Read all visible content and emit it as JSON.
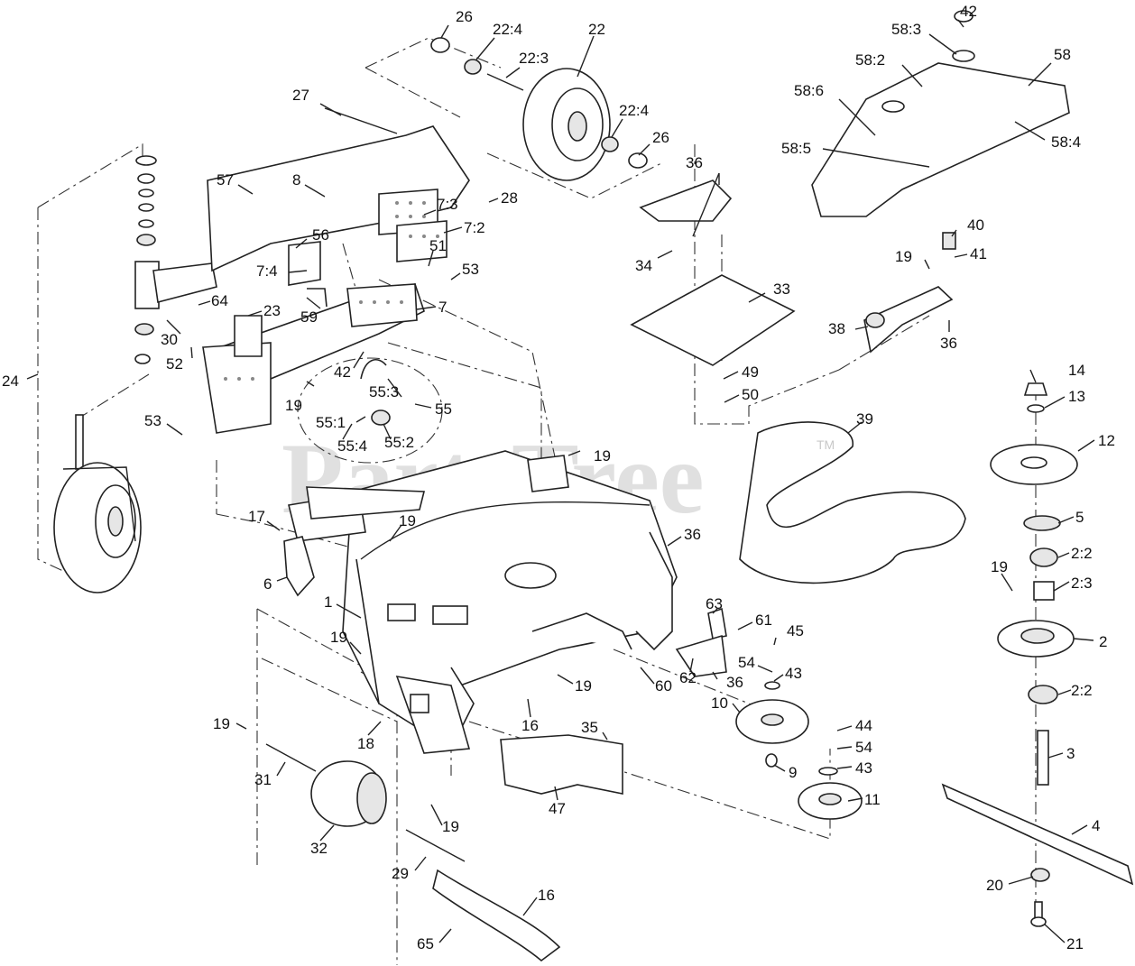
{
  "watermark": {
    "text": "PartsTree",
    "mark": "TM"
  },
  "callouts": [
    {
      "id": "c26a",
      "text": "26"
    },
    {
      "id": "c224a",
      "text": "22:4"
    },
    {
      "id": "c223",
      "text": "22:3"
    },
    {
      "id": "c22",
      "text": "22"
    },
    {
      "id": "c224b",
      "text": "22:4"
    },
    {
      "id": "c26b",
      "text": "26"
    },
    {
      "id": "c42a",
      "text": "42"
    },
    {
      "id": "c583",
      "text": "58:3"
    },
    {
      "id": "c582",
      "text": "58:2"
    },
    {
      "id": "c58",
      "text": "58"
    },
    {
      "id": "c586",
      "text": "58:6"
    },
    {
      "id": "c585",
      "text": "58:5"
    },
    {
      "id": "c584",
      "text": "58:4"
    },
    {
      "id": "c27",
      "text": "27"
    },
    {
      "id": "c57",
      "text": "57"
    },
    {
      "id": "c8",
      "text": "8"
    },
    {
      "id": "c73",
      "text": "7:3"
    },
    {
      "id": "c28",
      "text": "28"
    },
    {
      "id": "c72",
      "text": "7:2"
    },
    {
      "id": "c36a",
      "text": "36"
    },
    {
      "id": "c34",
      "text": "34"
    },
    {
      "id": "c40",
      "text": "40"
    },
    {
      "id": "c19a",
      "text": "19"
    },
    {
      "id": "c41",
      "text": "41"
    },
    {
      "id": "c56",
      "text": "56"
    },
    {
      "id": "c51",
      "text": "51"
    },
    {
      "id": "c53a",
      "text": "53"
    },
    {
      "id": "c74",
      "text": "7:4"
    },
    {
      "id": "c64",
      "text": "64"
    },
    {
      "id": "c23",
      "text": "23"
    },
    {
      "id": "c59",
      "text": "59"
    },
    {
      "id": "c7",
      "text": "7"
    },
    {
      "id": "c33",
      "text": "33"
    },
    {
      "id": "c38",
      "text": "38"
    },
    {
      "id": "c36b",
      "text": "36"
    },
    {
      "id": "c30",
      "text": "30"
    },
    {
      "id": "c52",
      "text": "52"
    },
    {
      "id": "c24",
      "text": "24"
    },
    {
      "id": "c42b",
      "text": "42"
    },
    {
      "id": "c49",
      "text": "49"
    },
    {
      "id": "c14",
      "text": "14"
    },
    {
      "id": "c13",
      "text": "13"
    },
    {
      "id": "c19b",
      "text": "19"
    },
    {
      "id": "c553",
      "text": "55:3"
    },
    {
      "id": "c50",
      "text": "50"
    },
    {
      "id": "c55",
      "text": "55"
    },
    {
      "id": "c551",
      "text": "55:1"
    },
    {
      "id": "c53b",
      "text": "53"
    },
    {
      "id": "c554",
      "text": "55:4"
    },
    {
      "id": "c552",
      "text": "55:2"
    },
    {
      "id": "c39",
      "text": "39"
    },
    {
      "id": "c12",
      "text": "12"
    },
    {
      "id": "c19c",
      "text": "19"
    },
    {
      "id": "c17",
      "text": "17"
    },
    {
      "id": "c19d",
      "text": "19"
    },
    {
      "id": "c5",
      "text": "5"
    },
    {
      "id": "c36c",
      "text": "36"
    },
    {
      "id": "c22b",
      "text": "2:2"
    },
    {
      "id": "c6",
      "text": "6"
    },
    {
      "id": "c19e",
      "text": "19"
    },
    {
      "id": "c23b",
      "text": "2:3"
    },
    {
      "id": "c1",
      "text": "1"
    },
    {
      "id": "c63",
      "text": "63"
    },
    {
      "id": "c61",
      "text": "61"
    },
    {
      "id": "c45",
      "text": "45"
    },
    {
      "id": "c2",
      "text": "2"
    },
    {
      "id": "c19f",
      "text": "19"
    },
    {
      "id": "c54a",
      "text": "54"
    },
    {
      "id": "c36d",
      "text": "36"
    },
    {
      "id": "c43a",
      "text": "43"
    },
    {
      "id": "c19g",
      "text": "19"
    },
    {
      "id": "c60",
      "text": "60"
    },
    {
      "id": "c62",
      "text": "62"
    },
    {
      "id": "c22c",
      "text": "2:2"
    },
    {
      "id": "c10",
      "text": "10"
    },
    {
      "id": "c19h",
      "text": "19"
    },
    {
      "id": "c16a",
      "text": "16"
    },
    {
      "id": "c35",
      "text": "35"
    },
    {
      "id": "c44",
      "text": "44"
    },
    {
      "id": "c18",
      "text": "18"
    },
    {
      "id": "c54b",
      "text": "54"
    },
    {
      "id": "c3",
      "text": "3"
    },
    {
      "id": "c31",
      "text": "31"
    },
    {
      "id": "c9",
      "text": "9"
    },
    {
      "id": "c43b",
      "text": "43"
    },
    {
      "id": "c47",
      "text": "47"
    },
    {
      "id": "c11",
      "text": "11"
    },
    {
      "id": "c32",
      "text": "32"
    },
    {
      "id": "c19i",
      "text": "19"
    },
    {
      "id": "c4",
      "text": "4"
    },
    {
      "id": "c29",
      "text": "29"
    },
    {
      "id": "c20",
      "text": "20"
    },
    {
      "id": "c16b",
      "text": "16"
    },
    {
      "id": "c65",
      "text": "65"
    },
    {
      "id": "c21",
      "text": "21"
    }
  ]
}
